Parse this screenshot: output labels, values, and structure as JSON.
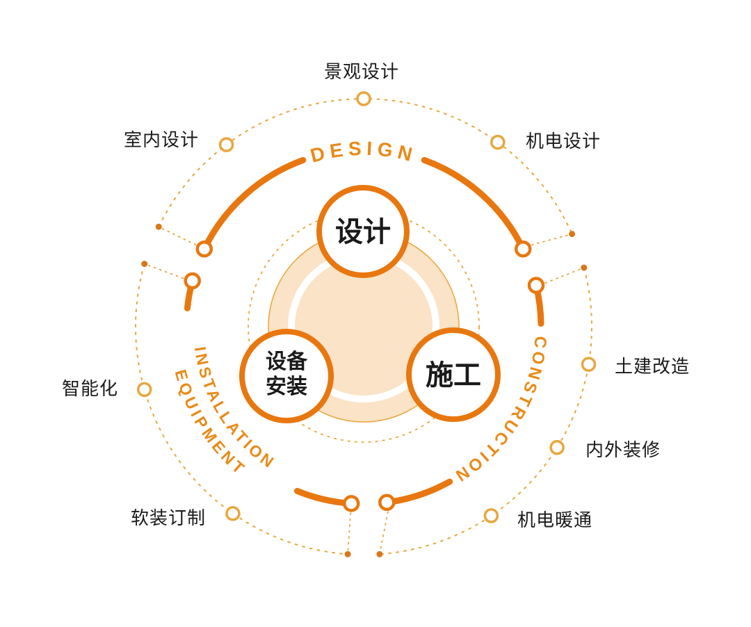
{
  "core": {
    "design": "设计",
    "construction": "施工",
    "equipment_line1": "设备",
    "equipment_line2": "安装"
  },
  "sections": {
    "design": "DESIGN",
    "construction": "CONSTRUCTION",
    "equipment_line1": "EQUIPMENT",
    "equipment_line2": "INSTALLATION"
  },
  "satellites": [
    {
      "label": "景观设计"
    },
    {
      "label": "机电设计"
    },
    {
      "label": "土建改造"
    },
    {
      "label": "内外装修"
    },
    {
      "label": "机电暖通"
    },
    {
      "label": "软装订制"
    },
    {
      "label": "智能化"
    },
    {
      "label": "室内设计"
    }
  ],
  "colors": {
    "accent": "#E8770F",
    "accent2": "#E98A17",
    "light": "#E9A63C",
    "dot": "#D9771B",
    "peach": "#FAE3C6",
    "ink": "#1A1A1A"
  }
}
